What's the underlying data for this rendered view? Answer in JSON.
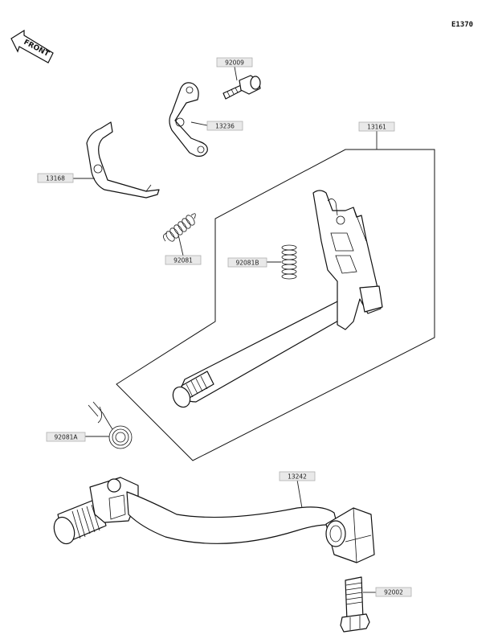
{
  "diagram_code": "E1370",
  "front_label": "FRONT",
  "parts": {
    "p92009": "92009",
    "p13236": "13236",
    "p13161": "13161",
    "p13168": "13168",
    "p92081": "92081",
    "p92081B": "92081B",
    "p92081A": "92081A",
    "p13242": "13242",
    "p92002": "92002"
  },
  "colors": {
    "label_fill": "#e9e9e9",
    "line": "#111111"
  }
}
